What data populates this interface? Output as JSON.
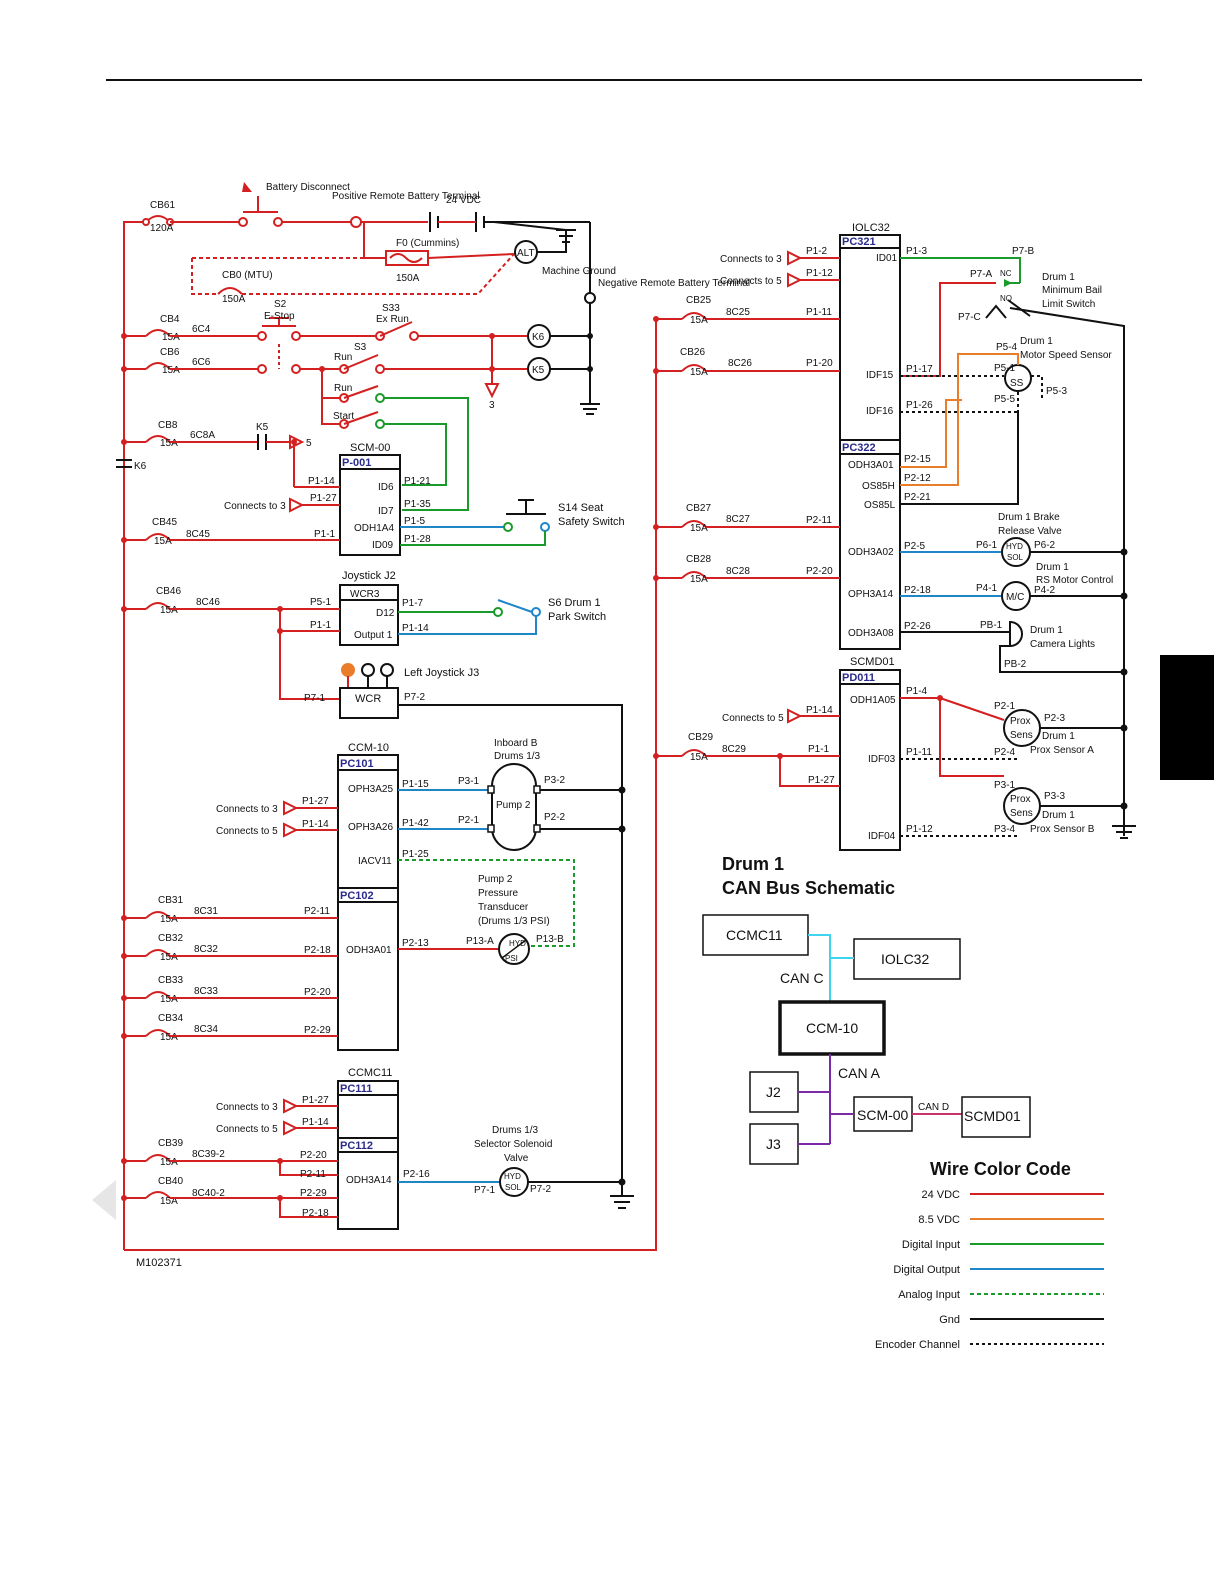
{
  "doc_id": "M102371",
  "power": {
    "battery_disconnect": "Battery Disconnect",
    "positive_terminal": "Positive Remote Battery Terminal",
    "vdc": "24 VDC",
    "fuse": "F0 (Cummins)",
    "fuse_rating": "150A",
    "alt": "ALT",
    "machine_ground": "Machine Ground",
    "negative_terminal": "Negative Remote Battery Terminal",
    "cb61": "CB61",
    "cb61_rating": "120A",
    "cb0": "CB0 (MTU)",
    "cb0_rating": "150A"
  },
  "left_circuits": {
    "cb4": "CB4",
    "cb4_r": "15A",
    "w6c4": "6C4",
    "cb6": "CB6",
    "cb6_r": "15A",
    "w6c6": "6C6",
    "s2": "S2",
    "estop": "E-Stop",
    "s33": "S33",
    "exrun": "Ex Run",
    "s3": "S3",
    "run": "Run",
    "start": "Start",
    "k6": "K6",
    "k5": "K5",
    "three": "3",
    "cb8": "CB8",
    "cb8_r": "15A",
    "w6c8a": "6C8A",
    "k5b": "K5",
    "five": "5",
    "k6b": "K6",
    "cb45": "CB45",
    "cb45_r": "15A",
    "w8c45": "8C45",
    "cb46": "CB46",
    "cb46_r": "15A",
    "w8c46": "8C46"
  },
  "scm00": {
    "title": "SCM-00",
    "plug": "P-001",
    "p114": "P1-14",
    "p127": "P1-27",
    "p11": "P1-1",
    "connects3": "Connects to 3",
    "id6": "ID6",
    "id7": "ID7",
    "odh1a4": "ODH1A4",
    "id09": "ID09",
    "p121": "P1-21",
    "p135": "P1-35",
    "p15": "P1-5",
    "p128": "P1-28",
    "s14": "S14 Seat",
    "s14b": "Safety Switch"
  },
  "joystick": {
    "title": "Joystick J2",
    "wcr3": "WCR3",
    "d12": "D12",
    "output1": "Output 1",
    "p51": "P5-1",
    "p11": "P1-1",
    "p17": "P1-7",
    "p114": "P1-14",
    "s6": "S6 Drum 1",
    "s6b": "Park Switch",
    "left_js": "Left Joystick J3",
    "wcr": "WCR",
    "p71": "P7-1",
    "p72": "P7-2"
  },
  "ccm10": {
    "title": "CCM-10",
    "pc101": "PC101",
    "pc102": "PC102",
    "oph3a25": "OPH3A25",
    "oph3a26": "OPH3A26",
    "iacv11": "IACV11",
    "odh3a01": "ODH3A01",
    "p127": "P1-27",
    "p114": "P1-14",
    "connects3": "Connects to 3",
    "connects5": "Connects to 5",
    "p115": "P1-15",
    "p142": "P1-42",
    "p125": "P1-25",
    "p213": "P2-13",
    "pump_title1": "Inboard B",
    "pump_title2": "Drums 1/3",
    "pump": "Pump 2",
    "p31": "P3-1",
    "p32": "P3-2",
    "p21": "P2-1",
    "p22": "P2-2",
    "xdcr1": "Pump 2",
    "xdcr2": "Pressure",
    "xdcr3": "Transducer",
    "xdcr4": "(Drums 1/3 PSI)",
    "p13a": "P13-A",
    "p13b": "P13-B",
    "hyd": "HYD",
    "psi": "PSI",
    "cb31": "CB31",
    "w8c31": "8C31",
    "p211": "P2-11",
    "cb32": "CB32",
    "w8c32": "8C32",
    "p218": "P2-18",
    "cb33": "CB33",
    "w8c33": "8C33",
    "p220": "P2-20",
    "cb34": "CB34",
    "w8c34": "8C34",
    "p229": "P2-29",
    "r15a": "15A"
  },
  "ccmc11": {
    "title": "CCMC11",
    "pc111": "PC111",
    "pc112": "PC112",
    "odh3a14": "ODH3A14",
    "p127": "P1-27",
    "p114": "P1-14",
    "connects3": "Connects to 3",
    "connects5": "Connects to 5",
    "cb39": "CB39",
    "w8c392": "8C39-2",
    "cb40": "CB40",
    "w8c402": "8C40-2",
    "p220": "P2-20",
    "p211": "P2-11",
    "p229": "P2-29",
    "p218": "P2-18",
    "p216": "P2-16",
    "sol1": "Drums 1/3",
    "sol2": "Selector Solenoid",
    "sol3": "Valve",
    "p71": "P7-1",
    "p72": "P7-2",
    "hyd": "HYD",
    "sol": "SOL"
  },
  "iolc32": {
    "title": "IOLC32",
    "pc321": "PC321",
    "pc322": "PC322",
    "id01": "ID01",
    "idf15": "IDF15",
    "idf16": "IDF16",
    "odh3a01": "ODH3A01",
    "os85h": "OS85H",
    "os85l": "OS85L",
    "odh3a02": "ODH3A02",
    "oph3a14": "OPH3A14",
    "odh3a08": "ODH3A08",
    "p12": "P1-2",
    "p112": "P1-12",
    "p111": "P1-11",
    "p120": "P1-20",
    "connects3": "Connects to 3",
    "connects5": "Connects to 5",
    "cb25": "CB25",
    "w8c25": "8C25",
    "cb26": "CB26",
    "w8c26": "8C26",
    "cb27": "CB27",
    "w8c27": "8C27",
    "cb28": "CB28",
    "w8c28": "8C28",
    "r15a": "15A",
    "p13": "P1-3",
    "p117": "P1-17",
    "p126": "P1-26",
    "p215": "P2-15",
    "p212": "P2-12",
    "p221": "P2-21",
    "p211": "P2-11",
    "p220": "P2-20",
    "p25": "P2-5",
    "p218": "P2-18",
    "p226": "P2-26",
    "p7b": "P7-B",
    "p7a": "P7-A",
    "p7c": "P7-C",
    "nc": "NC",
    "no": "NO",
    "bail1": "Drum 1",
    "bail2": "Minimum Bail",
    "bail3": "Limit Switch",
    "mss1": "Drum 1",
    "mss2": "Motor Speed Sensor",
    "p54": "P5-4",
    "p51": "P5-1",
    "p55": "P5-5",
    "p53": "P5-3",
    "ss": "SS",
    "brake1": "Drum 1 Brake",
    "brake2": "Release Valve",
    "p61": "P6-1",
    "p62": "P6-2",
    "rs1": "Drum 1",
    "rs2": "RS Motor Control",
    "p41": "P4-1",
    "p42": "P4-2",
    "mc": "M/C",
    "cam1": "Drum 1",
    "cam2": "Camera Lights",
    "pb1": "PB-1",
    "pb2": "PB-2",
    "hyd": "HYD",
    "sol": "SOL"
  },
  "scmd01": {
    "title": "SCMD01",
    "pd011": "PD011",
    "odh1a05": "ODH1A05",
    "idf03": "IDF03",
    "idf04": "IDF04",
    "connects5": "Connects to 5",
    "p114": "P1-14",
    "cb29": "CB29",
    "r15a": "15A",
    "w8c29": "8C29",
    "p11": "P1-1",
    "p127": "P1-27",
    "p14": "P1-4",
    "p111": "P1-11",
    "p112": "P1-12",
    "p21": "P2-1",
    "p23": "P2-3",
    "p24": "P2-4",
    "p31": "P3-1",
    "p33": "P3-3",
    "p34": "P3-4",
    "prox": "Prox",
    "sens": "Sens",
    "proxa1": "Drum 1",
    "proxa2": "Prox Sensor A",
    "proxb1": "Drum 1",
    "proxb2": "Prox Sensor B"
  },
  "can": {
    "title1": "Drum 1",
    "title2": "CAN Bus Schematic",
    "ccmc11": "CCMC11",
    "iolc32": "IOLC32",
    "canc": "CAN C",
    "ccm10": "CCM-10",
    "cana": "CAN A",
    "j2": "J2",
    "j3": "J3",
    "scm00": "SCM-00",
    "cand": "CAN D",
    "scmd01": "SCMD01"
  },
  "legend": {
    "title": "Wire Color Code",
    "items": [
      {
        "label": "24 VDC",
        "color": "#d42020",
        "style": "solid"
      },
      {
        "label": "8.5 VDC",
        "color": "#ea7d2a",
        "style": "solid"
      },
      {
        "label": "Digital Input",
        "color": "#1a9a2a",
        "style": "solid"
      },
      {
        "label": "Digital Output",
        "color": "#1f86c8",
        "style": "solid"
      },
      {
        "label": "Analog Input",
        "color": "#1a9a2a",
        "style": "dashed"
      },
      {
        "label": "Gnd",
        "color": "#111111",
        "style": "solid"
      },
      {
        "label": "Encoder Channel",
        "color": "#111111",
        "style": "dotted"
      }
    ]
  }
}
